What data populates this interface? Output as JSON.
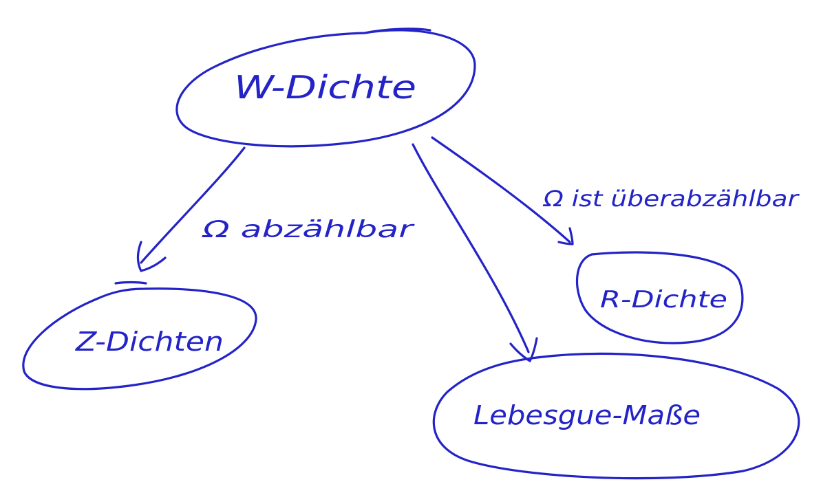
{
  "colors": {
    "ink": "#2323c8",
    "background": "#ffffff"
  },
  "nodes": {
    "w_dichte": "W-Dichte",
    "z_dichten": "Z-Dichten",
    "r_dichte": "R-Dichte",
    "lebesgue": "Lebesgue-Maße"
  },
  "edges": {
    "countable": "Ω abzählbar",
    "uncountable": "Ω ist überabzählbar"
  }
}
